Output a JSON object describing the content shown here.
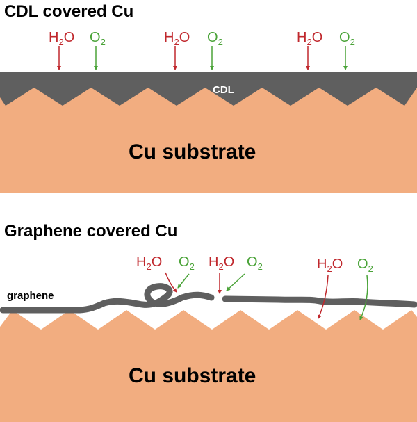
{
  "colors": {
    "copper": "#f2ad80",
    "coating": "#5f5f5f",
    "water": "#c0282d",
    "oxygen": "#4aa338"
  },
  "panel_top": {
    "title": "CDL covered Cu",
    "layer_label": "CDL",
    "substrate_label": "Cu substrate"
  },
  "panel_bottom": {
    "title": "Graphene covered Cu",
    "layer_label": "graphene",
    "substrate_label": "Cu substrate"
  },
  "molecules": {
    "water": {
      "main": "H",
      "sub": "2",
      "tail": "O"
    },
    "oxygen": {
      "main": "O",
      "sub": "2"
    }
  }
}
